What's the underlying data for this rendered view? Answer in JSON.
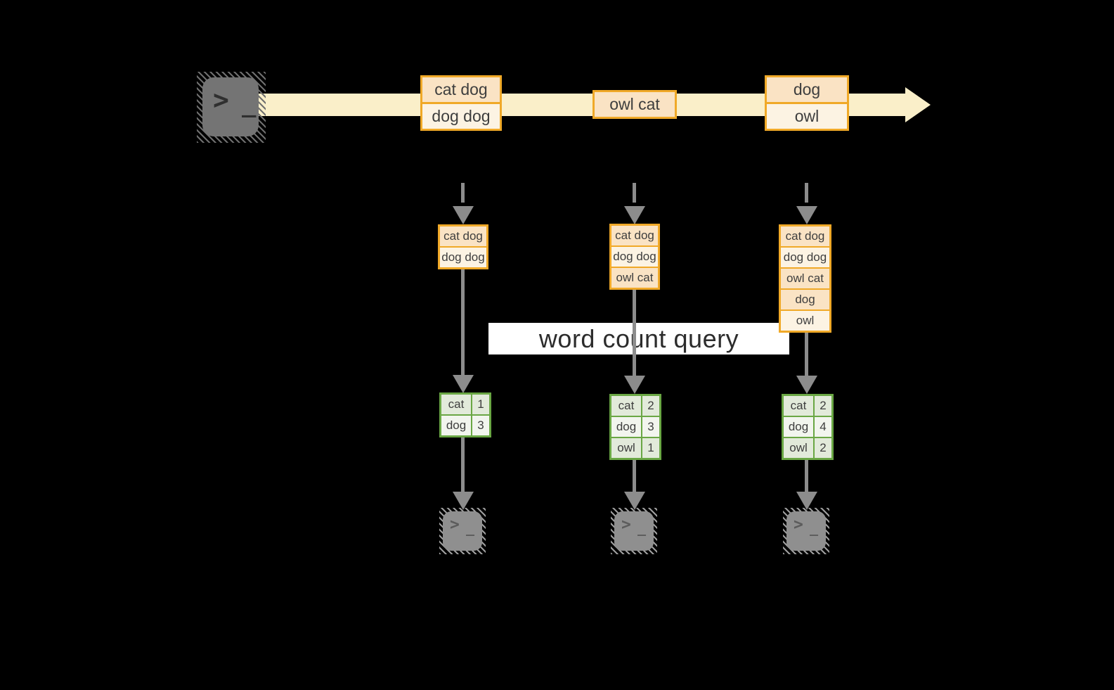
{
  "title": "streaming word count query diagram",
  "colors": {
    "background": "#000000",
    "stream_band": "#FAEFC9",
    "event_border": "#F0A928",
    "event_fill_peach": "#FAE3C4",
    "event_fill_cream": "#FCF3E3",
    "arrow_gray": "#8C8C8C",
    "table_border_green": "#6AA744",
    "table_fill_light": "#E2EADA",
    "table_fill_lighter": "#F2F5EE",
    "text_dark": "#3E3E3E",
    "label_bg": "#FFFFFF",
    "label_text": "#2C2C2C"
  },
  "source_icon": {
    "prompt": ">",
    "cursor": "_"
  },
  "sink_icon": {
    "prompt": ">",
    "cursor": "_"
  },
  "stream": {
    "events": [
      {
        "lines": [
          {
            "text": "cat dog",
            "fill": "peach"
          },
          {
            "text": "dog dog",
            "fill": "cream"
          }
        ]
      },
      {
        "lines": [
          {
            "text": "owl cat",
            "fill": "peach"
          }
        ]
      },
      {
        "lines": [
          {
            "text": "dog",
            "fill": "peach"
          },
          {
            "text": "owl",
            "fill": "cream"
          }
        ]
      }
    ]
  },
  "query_label": {
    "text": "word count query"
  },
  "columns": [
    {
      "buffer": [
        {
          "text": "cat dog",
          "fill": "peach"
        },
        {
          "text": "dog dog",
          "fill": "cream"
        }
      ],
      "counts": [
        {
          "word": "cat",
          "value": "1"
        },
        {
          "word": "dog",
          "value": "3"
        }
      ]
    },
    {
      "buffer": [
        {
          "text": "cat dog",
          "fill": "peach"
        },
        {
          "text": "dog dog",
          "fill": "cream"
        },
        {
          "text": "owl cat",
          "fill": "peach"
        }
      ],
      "counts": [
        {
          "word": "cat",
          "value": "2"
        },
        {
          "word": "dog",
          "value": "3"
        },
        {
          "word": "owl",
          "value": "1"
        }
      ]
    },
    {
      "buffer": [
        {
          "text": "cat dog",
          "fill": "peach"
        },
        {
          "text": "dog dog",
          "fill": "cream"
        },
        {
          "text": "owl cat",
          "fill": "peach"
        },
        {
          "text": "dog",
          "fill": "peach"
        },
        {
          "text": "owl",
          "fill": "cream"
        }
      ],
      "counts": [
        {
          "word": "cat",
          "value": "2"
        },
        {
          "word": "dog",
          "value": "4"
        },
        {
          "word": "owl",
          "value": "2"
        }
      ]
    }
  ]
}
